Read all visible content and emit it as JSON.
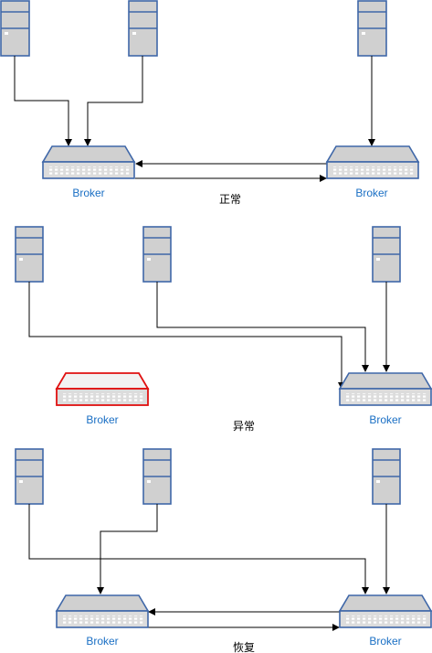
{
  "colors": {
    "device_fill": "#d0d0d0",
    "device_stroke": "#3f67a8",
    "failed_stroke": "#e01010",
    "failed_fill": "#dcdcdc",
    "broker_label": "#1a6fc4",
    "connector": "#000000"
  },
  "sections": [
    {
      "state_label": "正常",
      "brokers": [
        {
          "label": "Broker",
          "status": "normal"
        },
        {
          "label": "Broker",
          "status": "normal"
        }
      ]
    },
    {
      "state_label": "异常",
      "brokers": [
        {
          "label": "Broker",
          "status": "failed"
        },
        {
          "label": "Broker",
          "status": "normal"
        }
      ]
    },
    {
      "state_label": "恢复",
      "brokers": [
        {
          "label": "Broker",
          "status": "normal"
        },
        {
          "label": "Broker",
          "status": "normal"
        }
      ]
    }
  ]
}
